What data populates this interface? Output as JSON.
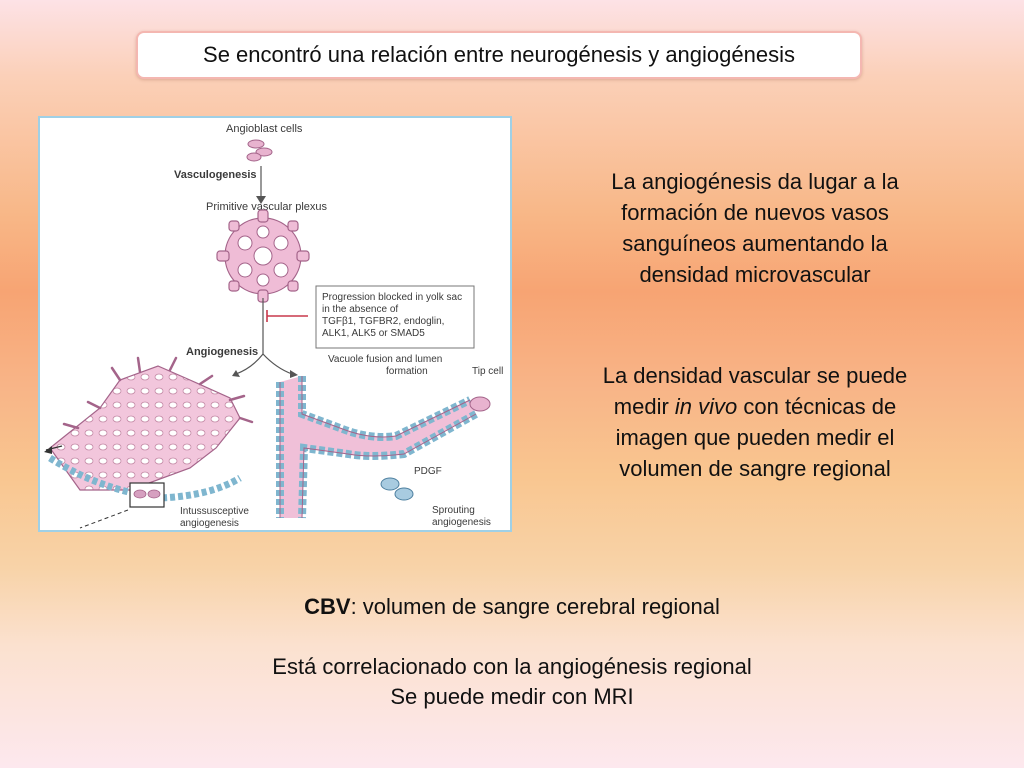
{
  "title": "Se encontró una relación entre neurogénesis y angiogénesis",
  "figure": {
    "angioblast": "Angioblast cells",
    "vasculogenesis": "Vasculogenesis",
    "plexus": "Primitive vascular plexus",
    "blocked_lines": [
      "Progression blocked in yolk sac",
      "in the absence of",
      "TGFβ1, TGFBR2, endoglin,",
      "ALK1, ALK5 or SMAD5"
    ],
    "angiogenesis": "Angiogenesis",
    "vacuole_lines": [
      "Vacuole fusion and lumen",
      "formation"
    ],
    "tip_cell": "Tip cell",
    "pdgf": "PDGF",
    "intussusceptive_lines": [
      "Intussusceptive",
      "angiogenesis"
    ],
    "sprouting_lines": [
      "Sprouting",
      "angiogenesis"
    ]
  },
  "paragraph1_lines": [
    "La angiogénesis da lugar a la",
    "formación de nuevos vasos",
    "sanguíneos aumentando la",
    "densidad microvascular"
  ],
  "paragraph2": {
    "line1": "La densidad vascular se puede",
    "line2_pre": "medir ",
    "line2_em": "in vivo",
    "line2_post": " con técnicas de",
    "line3": "imagen que pueden medir el",
    "line4": "volumen de sangre regional"
  },
  "cbv": {
    "bold": "CBV",
    "rest": ": volumen de sangre cerebral regional"
  },
  "line_corr": "Está correlacionado con la angiogénesis regional",
  "line_mri": "Se puede medir con MRI"
}
